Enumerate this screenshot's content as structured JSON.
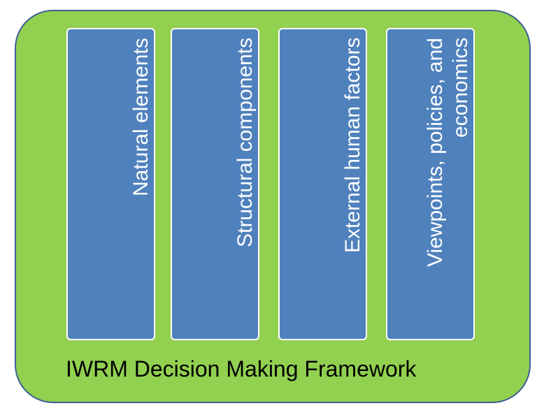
{
  "columns": [
    {
      "label": "Natural elements"
    },
    {
      "label": "Structural components"
    },
    {
      "label": "External human factors"
    },
    {
      "label": "Viewpoints, policies, and economics"
    }
  ],
  "caption": "IWRM Decision Making Framework",
  "colors": {
    "frame_fill": "#92d050",
    "frame_border": "#3d5f93",
    "column_fill": "#4f81bd",
    "text_on_column": "#ffffff"
  }
}
